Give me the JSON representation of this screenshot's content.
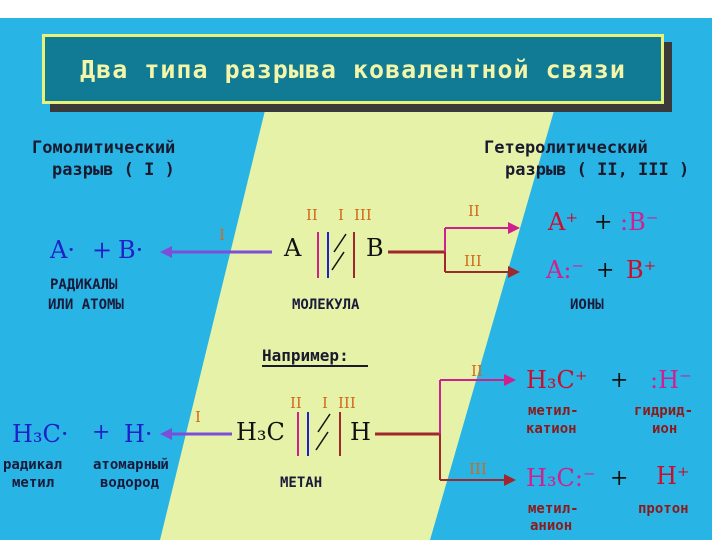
{
  "title": "Два типа разрыва ковалентной связи",
  "homolytic": {
    "line1": "Гомолитический",
    "line2": "разрыв ( I )"
  },
  "heterolytic": {
    "line1": "Гетеролитический",
    "line2": "разрыв ( II, III )"
  },
  "top": {
    "labels": {
      "I": "I",
      "II": "II",
      "III": "III"
    },
    "molecule": {
      "A": "A",
      "B": "B",
      "caption": "МОЛЕКУЛА"
    },
    "radicals": {
      "A": "A·",
      "plus": "+",
      "B": "B·",
      "caption1": "РАДИКАЛЫ",
      "caption2": "ИЛИ АТОМЫ"
    },
    "ions": {
      "cation": "A⁺",
      "plus1": "+",
      "anion": ":B⁻",
      "anion2": "A:⁻",
      "plus2": "+",
      "cation2": "B⁺",
      "caption": "ИОНЫ"
    }
  },
  "example": {
    "heading": "Например:",
    "labels": {
      "I": "I",
      "II": "II",
      "III": "III"
    },
    "methane": {
      "left": "H₃C",
      "right": "H",
      "caption": "МЕТАН"
    },
    "radicals": {
      "methyl": "H₃C·",
      "plus": "+",
      "hydrogen": "H·",
      "cap1a": "радикал",
      "cap1b": "метил",
      "cap2a": "атомарный",
      "cap2b": "водород"
    },
    "ionsII": {
      "cation": "H₃C⁺",
      "plus": "+",
      "anion": ":H⁻",
      "cap1a": "метил-",
      "cap1b": "катион",
      "cap2a": "гидрид-",
      "cap2b": "ион"
    },
    "ionsIII": {
      "anion": "H₃C:⁻",
      "plus": "+",
      "cation": "H⁺",
      "cap1a": "метил-",
      "cap1b": "анион",
      "cap2a": "протон"
    }
  },
  "colors": {
    "background": "#28b4e4",
    "band": "#e6f2a8",
    "title_bg": "#117a94",
    "title_text": "#f3f6a8",
    "blue": "#2020c8",
    "red": "#c8102e",
    "magenta": "#d02090",
    "arrow_blue": "#7b4fd8",
    "arrow_dark": "#a0282c"
  }
}
